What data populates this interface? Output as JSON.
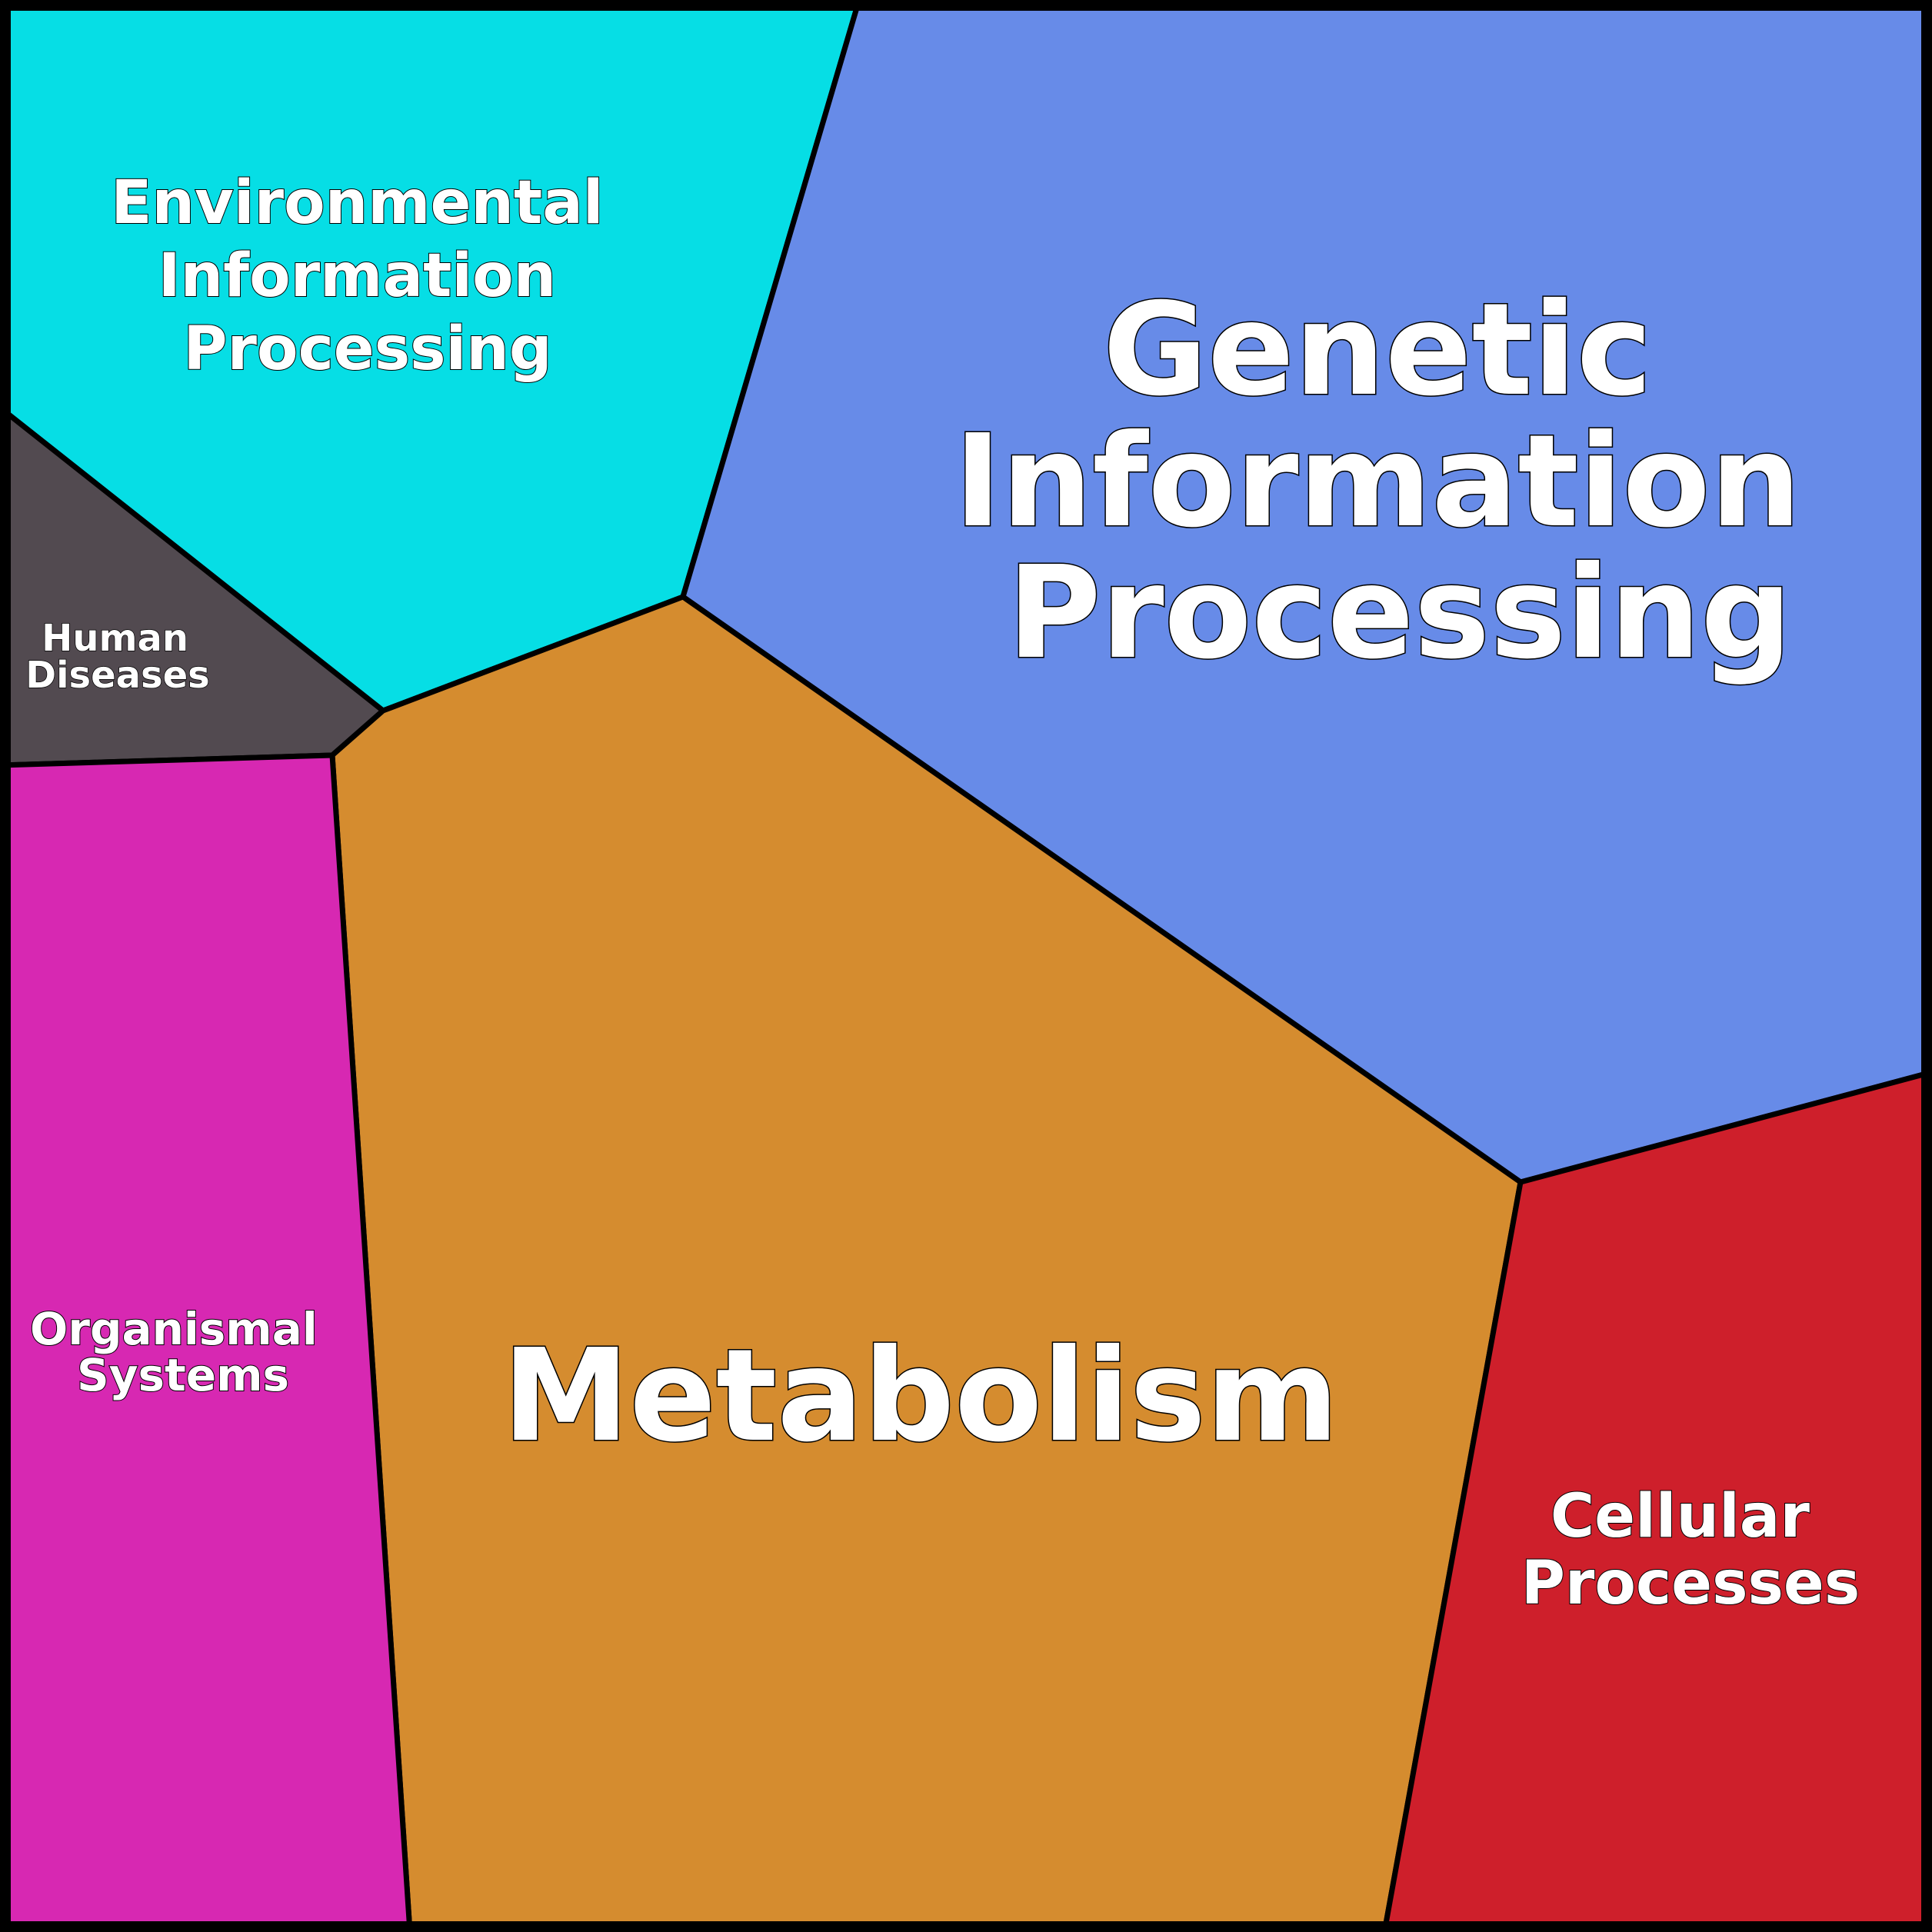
{
  "regions": {
    "environmental": {
      "lines": [
        "Environmental",
        "Information",
        "Processing"
      ],
      "color": "#06DEE5"
    },
    "genetic": {
      "lines": [
        "Genetic",
        "Information",
        "Processing"
      ],
      "color": "#678BE8"
    },
    "human_diseases": {
      "lines": [
        "Human",
        "Diseases"
      ],
      "color": "#524A50"
    },
    "metabolism": {
      "lines": [
        "Metabolism"
      ],
      "color": "#D58C2F"
    },
    "organismal": {
      "lines": [
        "Organismal",
        "Systems"
      ],
      "color": "#D728B2"
    },
    "cellular": {
      "lines": [
        "Cellular",
        "Processes"
      ],
      "color": "#CE1F2B"
    }
  }
}
